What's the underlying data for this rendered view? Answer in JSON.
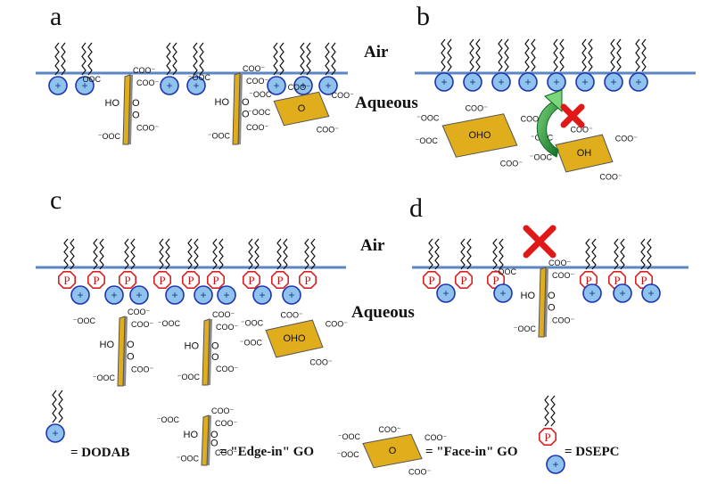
{
  "panels": {
    "a": {
      "label": "a"
    },
    "b": {
      "label": "b"
    },
    "c": {
      "label": "c"
    },
    "d": {
      "label": "d"
    }
  },
  "phases": {
    "air": "Air",
    "aqueous": "Aqueous"
  },
  "symbols": {
    "plus": "+",
    "p": "P"
  },
  "chem": {
    "coo": "COO⁻",
    "ooc": "⁻OOC",
    "ho": "HO",
    "o": "O",
    "oh": "OH",
    "oho": "OHO"
  },
  "legend": {
    "dodab": "= DODAB",
    "edge_go": "= \"Edge-in\" GO",
    "face_go": "= \"Face-in\" GO",
    "dsepc": "= DSEPC"
  },
  "colors": {
    "interface": "#5b86c0",
    "dodab_head_fill": "#8fc3ee",
    "dodab_head_stroke": "#1e34b0",
    "dsepc_head_stroke": "#d82020",
    "go_fill": "#e0ad1c",
    "arrow_green": "#1f8a2f",
    "cross_red": "#e01818"
  }
}
